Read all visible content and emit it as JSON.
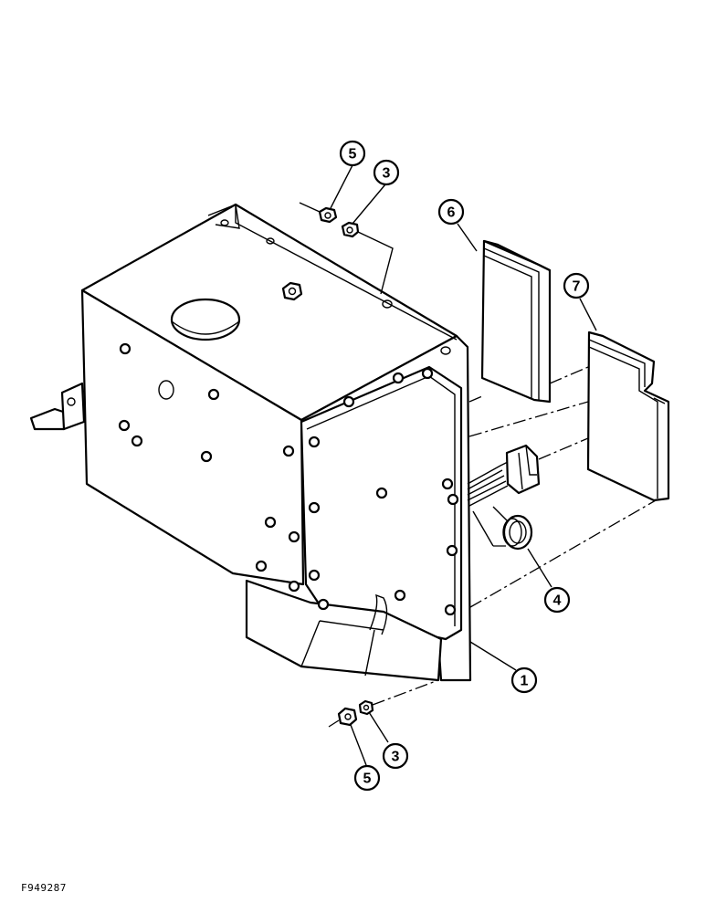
{
  "figure_id": "F949287",
  "callouts": [
    {
      "id": "c5-top",
      "label": "5"
    },
    {
      "id": "c3-top",
      "label": "3"
    },
    {
      "id": "c6",
      "label": "6"
    },
    {
      "id": "c7",
      "label": "7"
    },
    {
      "id": "c4",
      "label": "4"
    },
    {
      "id": "c1",
      "label": "1"
    },
    {
      "id": "c3-bottom",
      "label": "3"
    },
    {
      "id": "c5-bottom",
      "label": "5"
    }
  ]
}
